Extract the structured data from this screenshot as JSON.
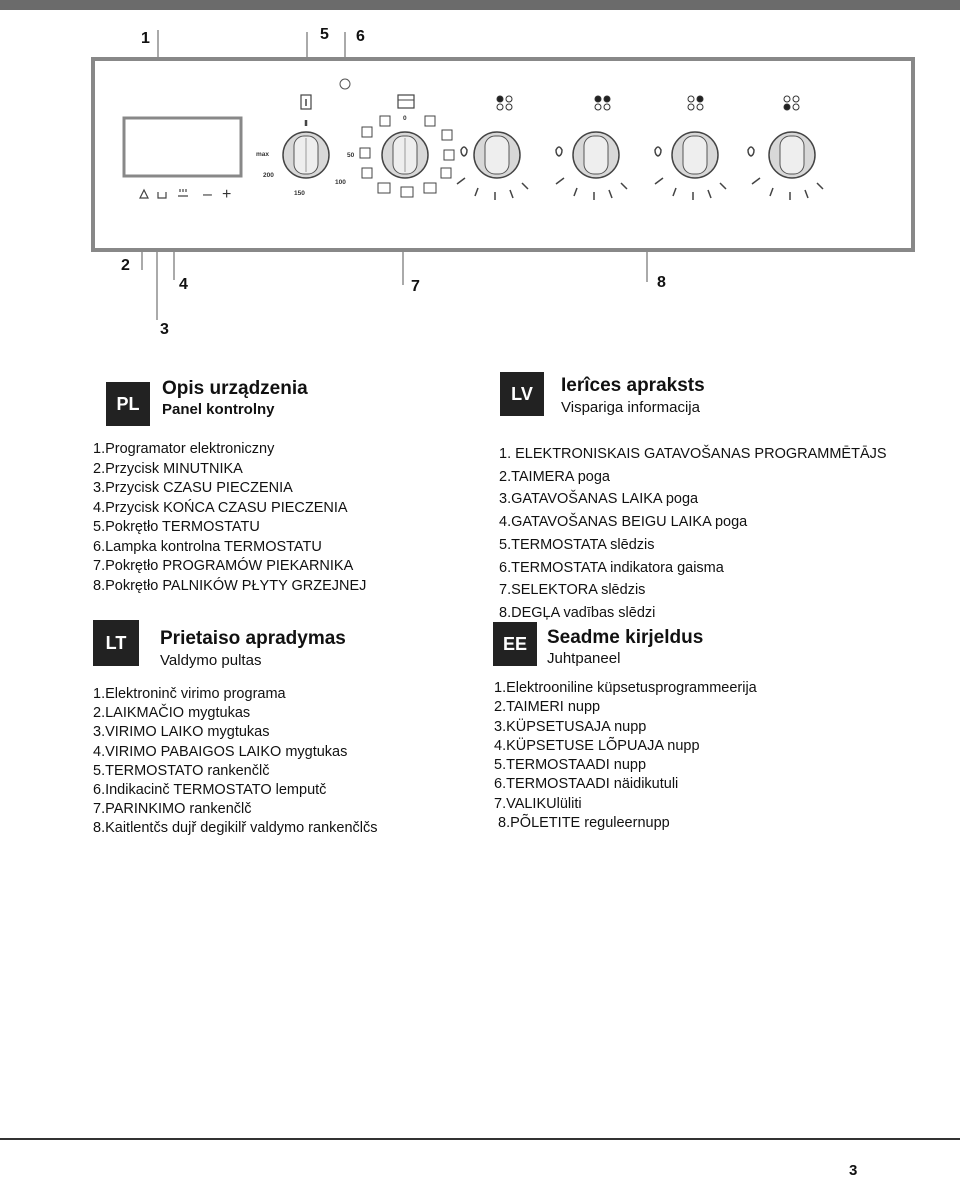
{
  "diagram": {
    "callouts": [
      "1",
      "5",
      "6",
      "2",
      "4",
      "7",
      "8",
      "3"
    ],
    "timer_buttons": [
      "–",
      "+"
    ],
    "thermostat_scale": [
      "max",
      "200",
      "150",
      "100",
      "50"
    ],
    "selector_marks": [
      "0"
    ]
  },
  "sections": {
    "pl": {
      "code": "PL",
      "title": "Opis urządzenia",
      "subtitle": "Panel  kontrolny",
      "items": [
        "1.Programator elektroniczny",
        "2.Przycisk MINUTNIKA",
        "3.Przycisk CZASU PIECZENIA",
        "4.Przycisk KOŃCA CZASU PIECZENIA",
        "5.Pokrętło TERMOSTATU",
        "6.Lampka kontrolna TERMOSTATU",
        "7.Pokrętło PROGRAMÓW PIEKARNIKA",
        "8.Pokrętło PALNIKÓW PŁYTY GRZEJNEJ"
      ]
    },
    "lv": {
      "code": "LV",
      "title": "Ierîces apraksts",
      "subtitle": "Vispariga informacija",
      "items": [
        "1. ELEKTRONISKAIS GATAVOŠANAS PROGRAMMĒTĀJS",
        "2.TAIMERA poga",
        "3.GATAVOŠANAS LAIKA poga",
        "4.GATAVOŠANAS BEIGU LAIKA poga",
        "5.TERMOSTATA slēdzis",
        "6.TERMOSTATA indikatora gaisma",
        "7.SELEKTORA slēdzis",
        "8.DEGĻA vadības slēdzi"
      ]
    },
    "lt": {
      "code": "LT",
      "title": "Prietaiso  apradymas",
      "subtitle": "Valdymo pultas",
      "items": [
        "1.Elektroninč virimo programa",
        "2.LAIKMAČIO mygtukas",
        "3.VIRIMO LAIKO mygtukas",
        "4.VIRIMO PABAIGOS LAIKO mygtukas",
        "5.TERMOSTATO  rankenčlč",
        "6.Indikacinč TERMOSTATO lemputč",
        "7.PARINKIMO rankenčlč",
        "8.Kaitlentčs dujř degikilř valdymo rankenčlčs"
      ]
    },
    "ee": {
      "code": "EE",
      "title": "Seadme kirjeldus",
      "subtitle": "Juhtpaneel",
      "items": [
        "1.Elektrooniline küpsetusprogrammeerija",
        "2.TAIMERI nupp",
        "3.KÜPSETUSAJA nupp",
        "4.KÜPSETUSE LÕPUAJA nupp",
        "5.TERMOSTAADI nupp",
        "6.TERMOSTAADI  näidikutuli",
        "7.VALIKUlüliti",
        " 8.PÕLETITE reguleernupp"
      ]
    }
  },
  "page_number": "3"
}
